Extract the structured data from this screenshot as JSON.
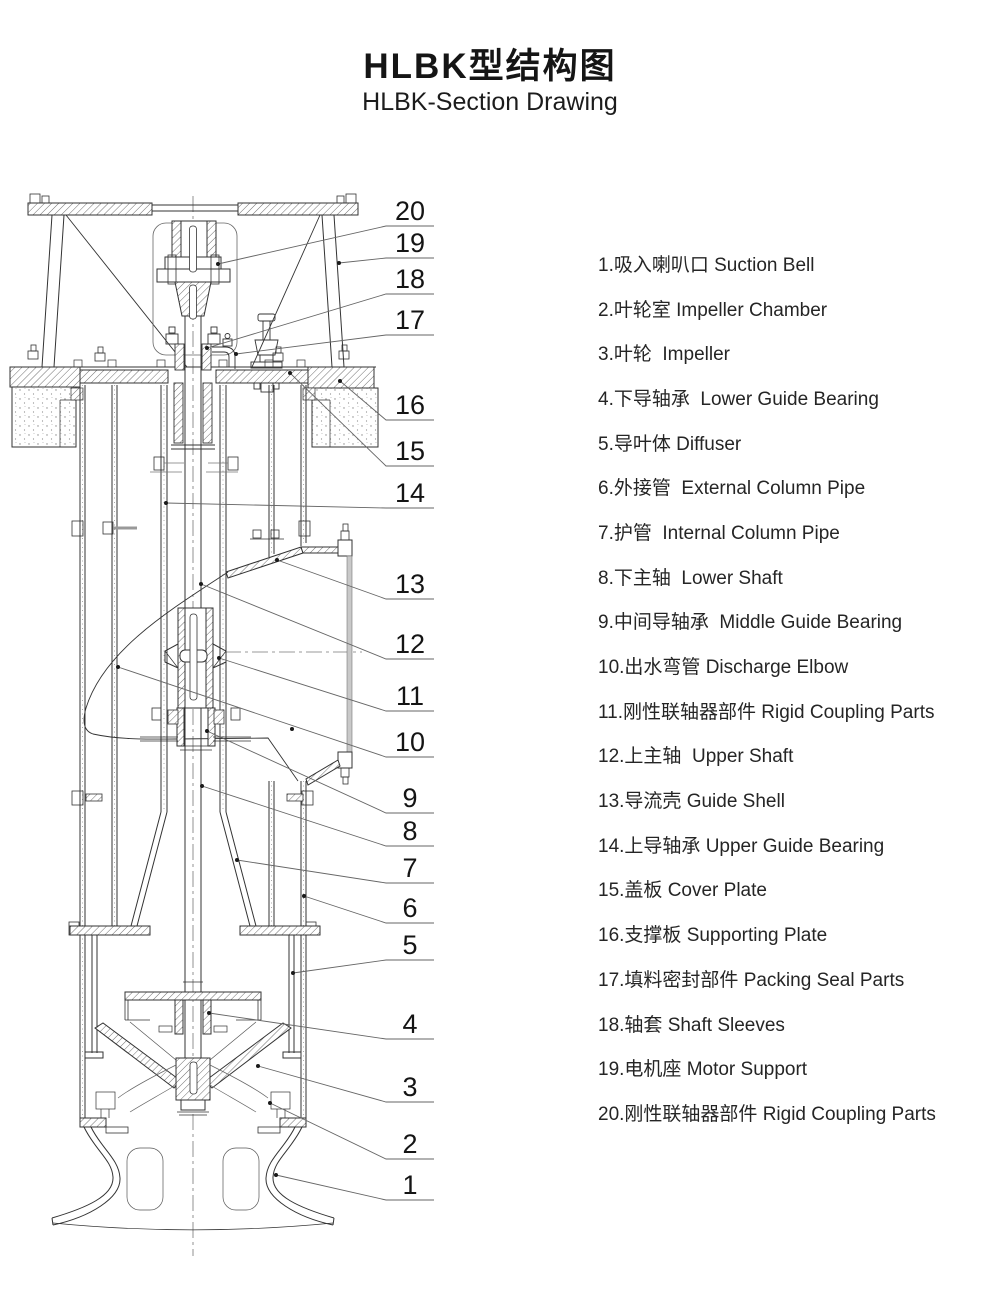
{
  "title": {
    "zh": "HLBK型结构图",
    "en": "HLBK-Section Drawing"
  },
  "parts": [
    {
      "num": "1",
      "label": "1.吸入喇叭口 Suction Bell"
    },
    {
      "num": "2",
      "label": "2.叶轮室 Impeller Chamber"
    },
    {
      "num": "3",
      "label": "3.叶轮  Impeller"
    },
    {
      "num": "4",
      "label": "4.下导轴承  Lower Guide Bearing"
    },
    {
      "num": "5",
      "label": "5.导叶体 Diffuser"
    },
    {
      "num": "6",
      "label": "6.外接管  External Column Pipe"
    },
    {
      "num": "7",
      "label": "7.护管  Internal Column Pipe"
    },
    {
      "num": "8",
      "label": "8.下主轴  Lower Shaft"
    },
    {
      "num": "9",
      "label": "9.中间导轴承  Middle Guide Bearing"
    },
    {
      "num": "10",
      "label": "10.出水弯管 Discharge Elbow"
    },
    {
      "num": "11",
      "label": "11.刚性联轴器部件 Rigid Coupling Parts"
    },
    {
      "num": "12",
      "label": "12.上主轴  Upper Shaft"
    },
    {
      "num": "13",
      "label": "13.导流壳 Guide Shell"
    },
    {
      "num": "14",
      "label": "14.上导轴承 Upper Guide Bearing"
    },
    {
      "num": "15",
      "label": "15.盖板 Cover Plate"
    },
    {
      "num": "16",
      "label": "16.支撑板 Supporting Plate"
    },
    {
      "num": "17",
      "label": "17.填料密封部件 Packing Seal Parts"
    },
    {
      "num": "18",
      "label": "18.轴套 Shaft Sleeves"
    },
    {
      "num": "19",
      "label": "19.电机座 Motor Support"
    },
    {
      "num": "20",
      "label": "20.刚性联轴器部件 Rigid Coupling Parts"
    }
  ],
  "callouts": [
    "1",
    "2",
    "3",
    "4",
    "5",
    "6",
    "7",
    "8",
    "9",
    "10",
    "11",
    "12",
    "13",
    "14",
    "15",
    "16",
    "17",
    "18",
    "19",
    "20"
  ],
  "colors": {
    "line": "#333333",
    "paper": "#ffffff"
  }
}
